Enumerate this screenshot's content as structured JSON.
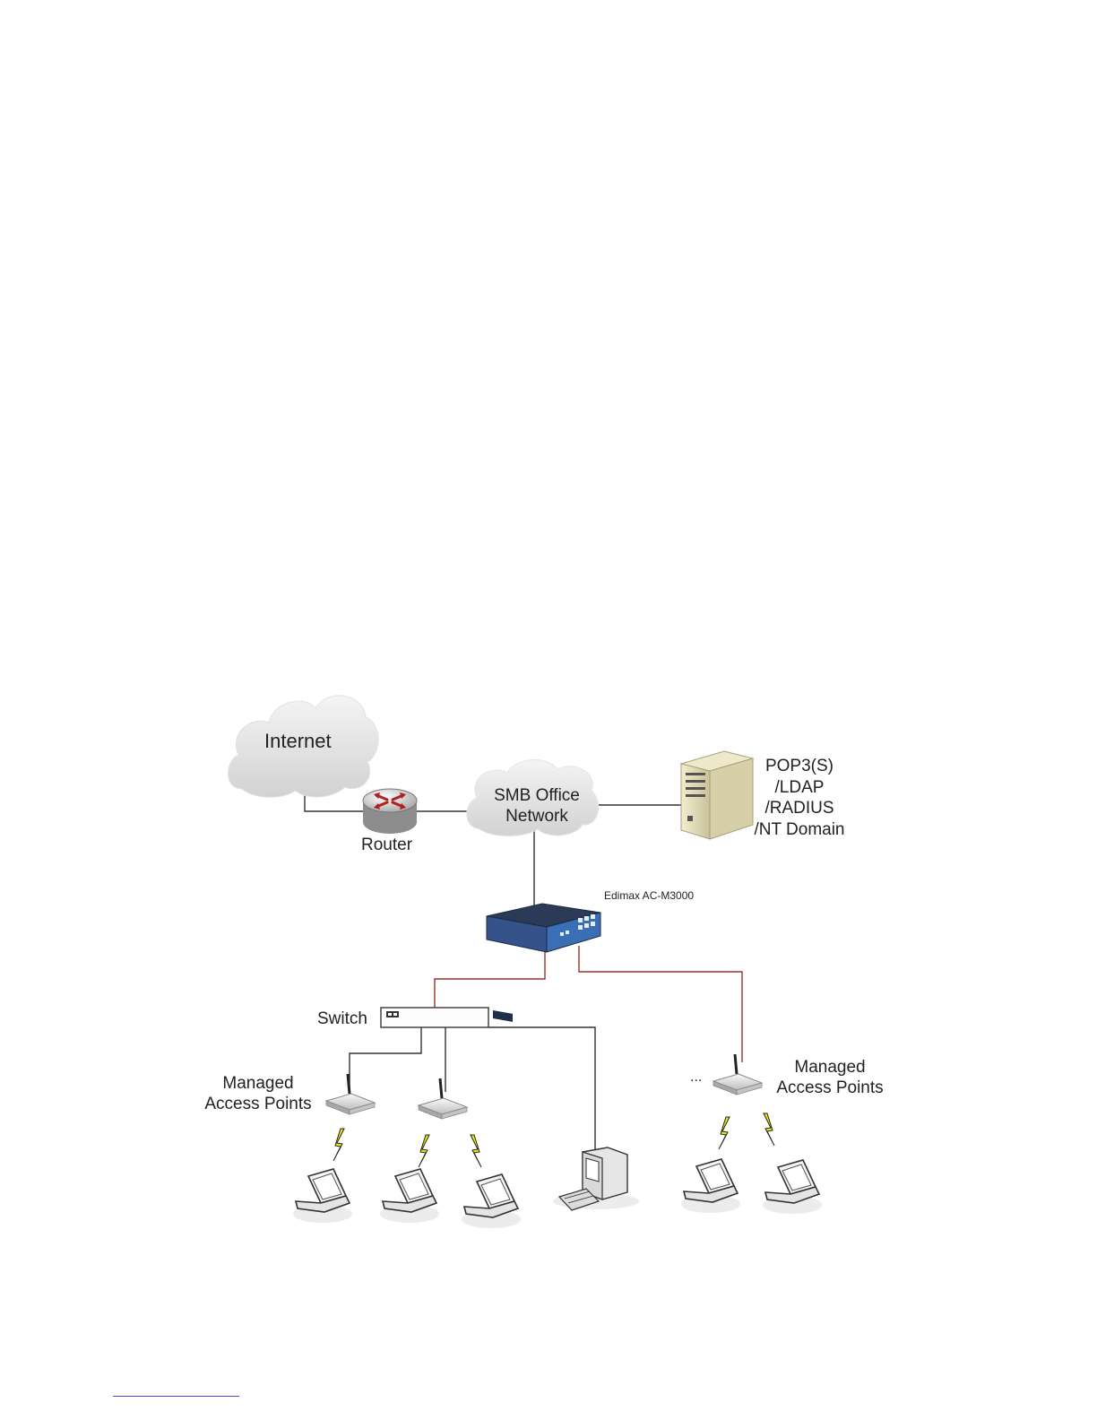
{
  "nodes": {
    "internet": "Internet",
    "router": "Router",
    "smb_line1": "SMB Office",
    "smb_line2": "Network",
    "server_lines": [
      "POP3(S)",
      "/LDAP",
      "/RADIUS",
      "/NT Domain"
    ],
    "controller": "Edimax AC-M3000",
    "switch": "Switch",
    "ap_left_line1": "Managed",
    "ap_left_line2": "Access Points",
    "ap_right_line1": "Managed",
    "ap_right_line2": "Access Points",
    "ellipsis": "..."
  },
  "colors": {
    "wired_black": "#333333",
    "wired_red": "#a0302c",
    "controller_blue": "#3a6fb5",
    "lightning": "#e8e800"
  }
}
